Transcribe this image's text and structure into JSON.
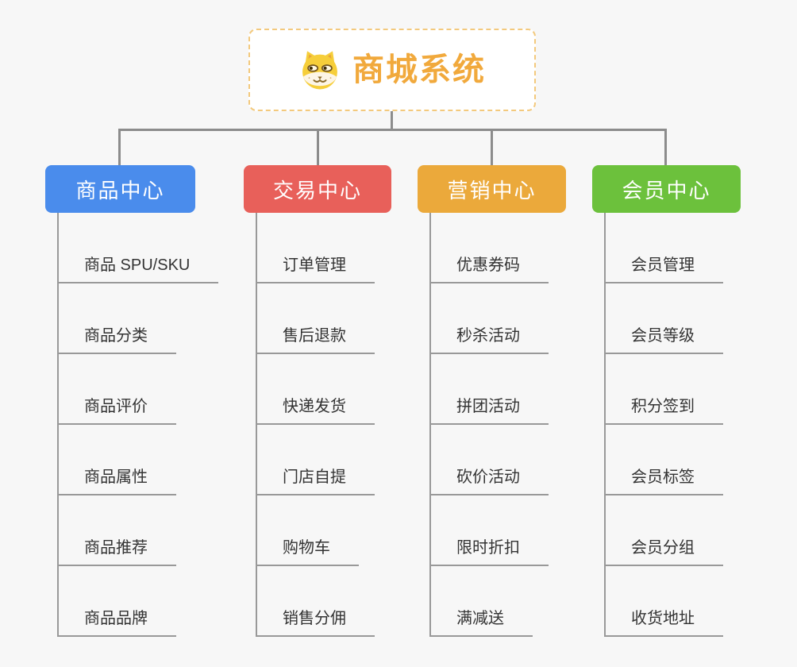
{
  "root": {
    "title": "商城系统",
    "icon": "dog-face-icon"
  },
  "branches": [
    {
      "label": "商品中心",
      "color": "#4a8cec",
      "children": [
        "商品 SPU/SKU",
        "商品分类",
        "商品评价",
        "商品属性",
        "商品推荐",
        "商品品牌"
      ]
    },
    {
      "label": "交易中心",
      "color": "#e8605a",
      "children": [
        "订单管理",
        "售后退款",
        "快递发货",
        "门店自提",
        "购物车",
        "销售分佣"
      ]
    },
    {
      "label": "营销中心",
      "color": "#eba93b",
      "children": [
        "优惠券码",
        "秒杀活动",
        "拼团活动",
        "砍价活动",
        "限时折扣",
        "满减送"
      ]
    },
    {
      "label": "会员中心",
      "color": "#6cc13c",
      "children": [
        "会员管理",
        "会员等级",
        "积分签到",
        "会员标签",
        "会员分组",
        "收货地址"
      ]
    }
  ],
  "colors": {
    "background": "#f7f7f7",
    "root_border": "#f3c97d",
    "root_text": "#f1a93c",
    "connector": "#8c8c8c",
    "leaf_underline": "#999999",
    "leaf_text": "#333333",
    "header_text": "#ffffff"
  }
}
